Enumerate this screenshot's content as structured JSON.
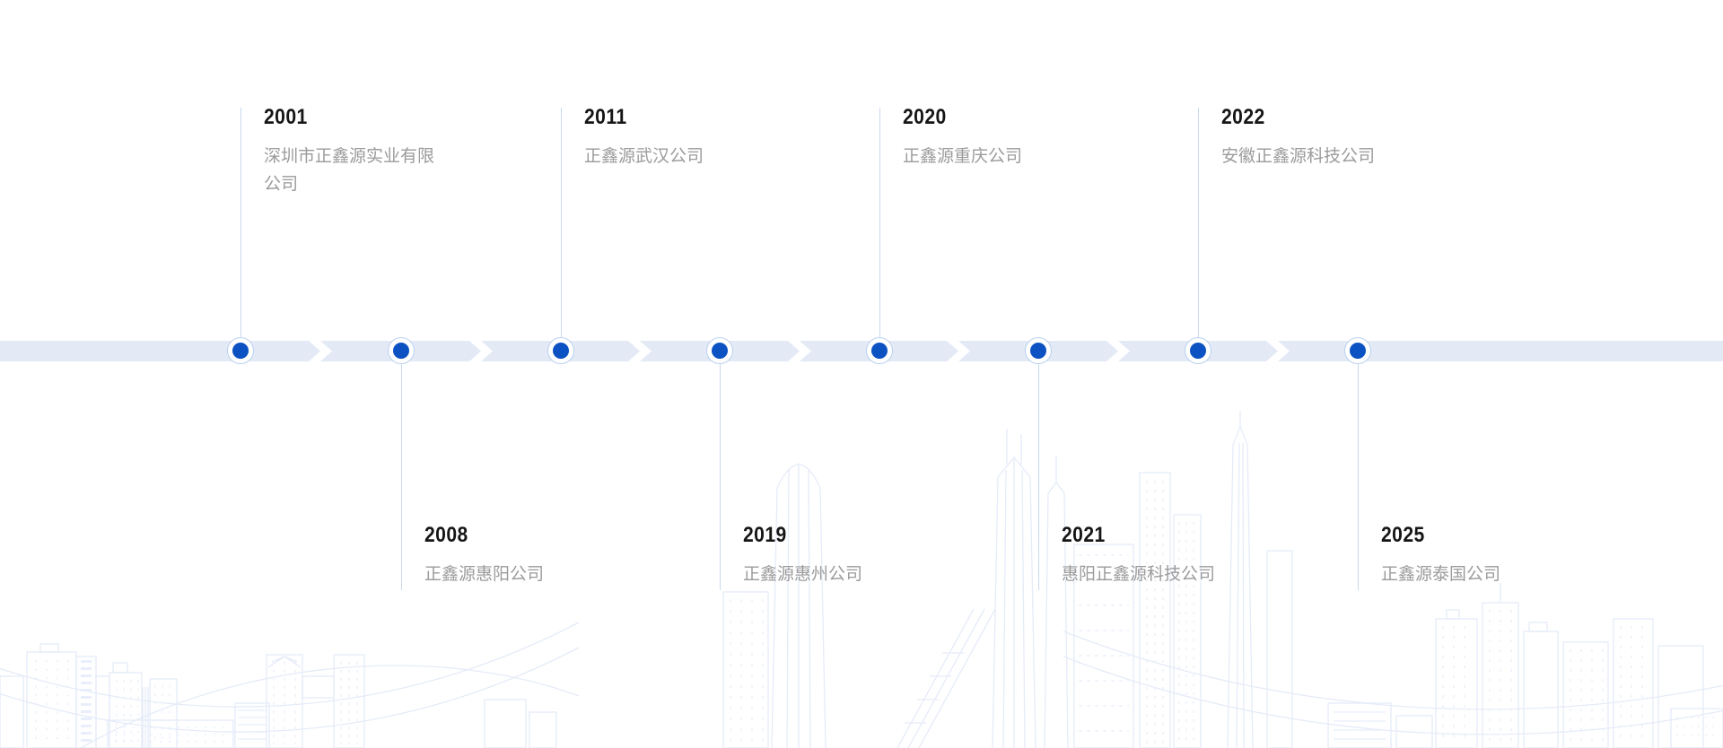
{
  "page": {
    "kind": "company-history-timeline",
    "background_color": "#ffffff"
  },
  "timeline": {
    "band_color": "#e3eaf6",
    "dot_color": "#0d52c2",
    "dot_ring_color": "#b9d0ee",
    "connector_color": "#c9daee",
    "chevron_color": "#ffffff",
    "year_text_color": "#161616",
    "company_text_color": "#9b9b9b",
    "items": [
      {
        "year": "2001",
        "company": "深圳市正鑫源实业有限公司",
        "side": "above"
      },
      {
        "year": "2008",
        "company": "正鑫源惠阳公司",
        "side": "below"
      },
      {
        "year": "2011",
        "company": "正鑫源武汉公司",
        "side": "above"
      },
      {
        "year": "2019",
        "company": "正鑫源惠州公司",
        "side": "below"
      },
      {
        "year": "2020",
        "company": "正鑫源重庆公司",
        "side": "above"
      },
      {
        "year": "2021",
        "company": "惠阳正鑫源科技公司",
        "side": "below"
      },
      {
        "year": "2022",
        "company": "安徽正鑫源科技公司",
        "side": "above"
      },
      {
        "year": "2025",
        "company": "正鑫源泰国公司",
        "side": "below"
      }
    ]
  },
  "decor": {
    "skyline": "faint blue city skyline line illustration"
  }
}
